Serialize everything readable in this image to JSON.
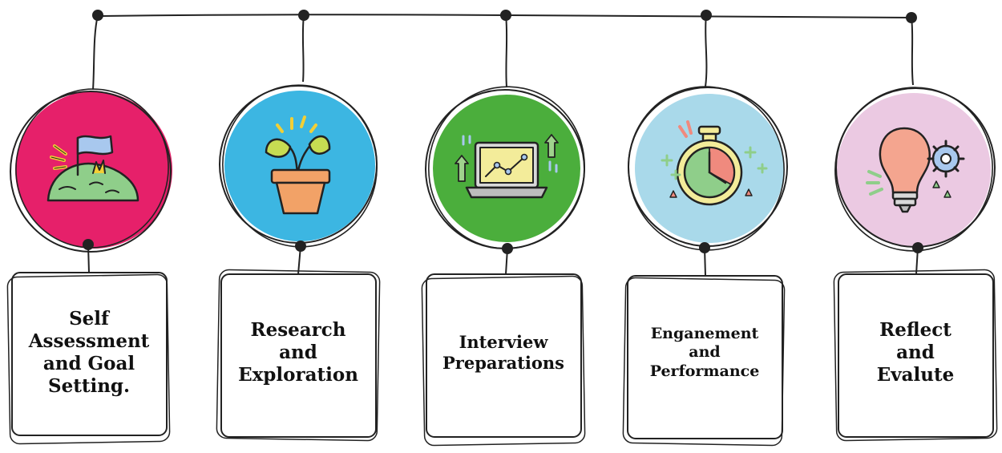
{
  "steps": [
    {
      "label": "Self\nAssessment\nand Goal\nSetting.",
      "icon": "flag-on-hill-icon",
      "color": "#e6206a"
    },
    {
      "label": "Research\nand\nExploration",
      "icon": "potted-plant-icon",
      "color": "#3cb6e2"
    },
    {
      "label": "Interview\nPreparations",
      "icon": "laptop-chart-icon",
      "color": "#4bae3c"
    },
    {
      "label": "Enganement\nand\nPerformance",
      "icon": "stopwatch-icon",
      "color": "#a9d9ea"
    },
    {
      "label": "Reflect\nand\nEvalute",
      "icon": "lightbulb-gear-icon",
      "color": "#ebc9e2"
    }
  ],
  "colors": {
    "ink": "#222222",
    "background": "#ffffff"
  }
}
